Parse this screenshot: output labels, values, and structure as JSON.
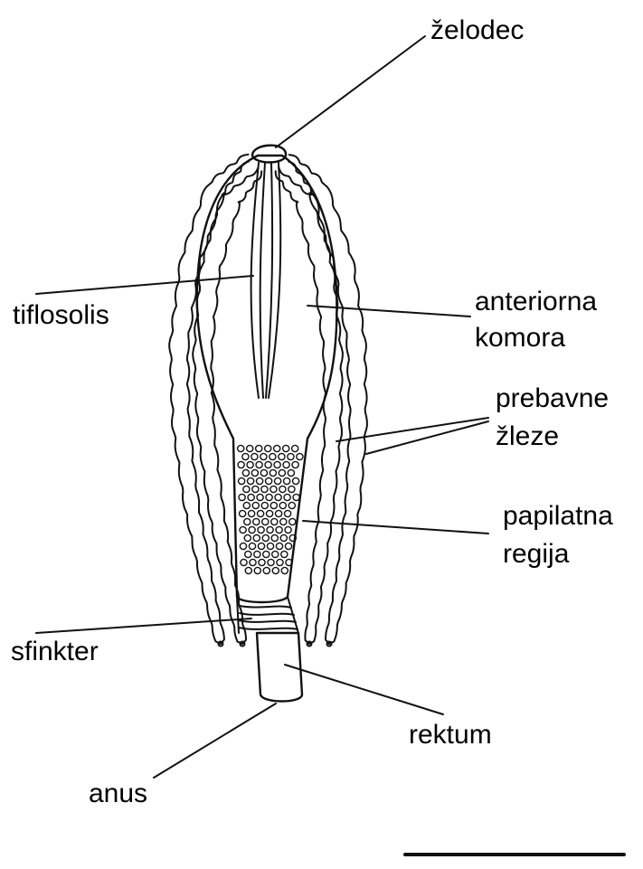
{
  "labels": {
    "zelodec": "želodec",
    "tiflosolis": "tiflosolis",
    "anteriorna_1": "anteriorna",
    "anteriorna_2": "komora",
    "prebavne_1": "prebavne",
    "prebavne_2": "žleze",
    "papilatna_1": "papilatna",
    "papilatna_2": "regija",
    "sfinkter": "sfinkter",
    "rektum": "rektum",
    "anus": "anus"
  }
}
